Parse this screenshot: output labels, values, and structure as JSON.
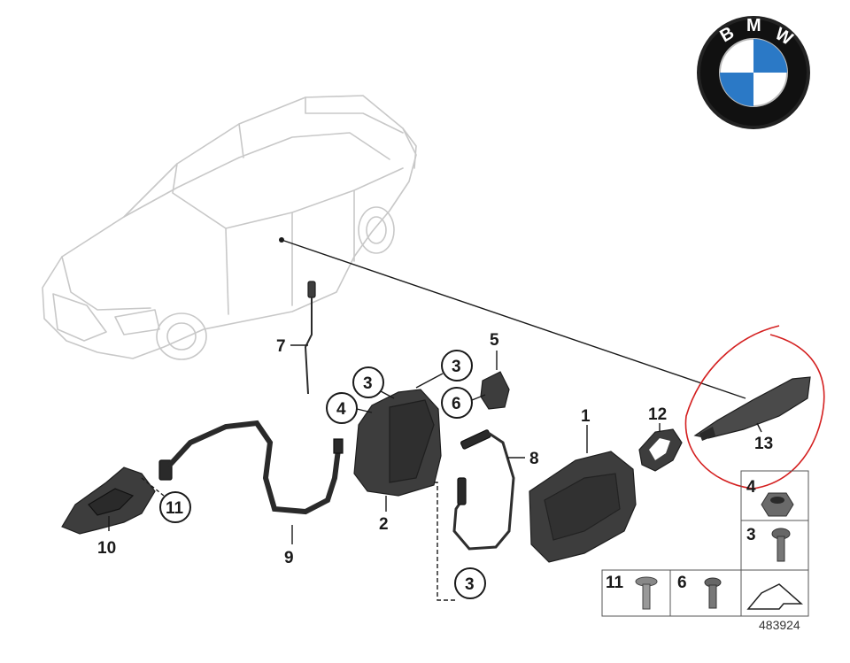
{
  "callouts": {
    "c1": "1",
    "c2": "2",
    "c3a": "3",
    "c3b": "3",
    "c3c": "3",
    "c4": "4",
    "c5": "5",
    "c6": "6",
    "c7": "7",
    "c8": "8",
    "c9": "9",
    "c10": "10",
    "c11": "11",
    "c12": "12",
    "c13": "13"
  },
  "hardware_table": {
    "nut_label": "4",
    "screw_label": "3",
    "rivet_label": "11",
    "bolt_label": "6"
  },
  "reference_number": "483924",
  "logo": {
    "text": [
      "B",
      "M",
      "W"
    ],
    "colors": {
      "blue": "#2b79c6",
      "ring": "#111111"
    }
  },
  "highlight_color": "#d42020"
}
